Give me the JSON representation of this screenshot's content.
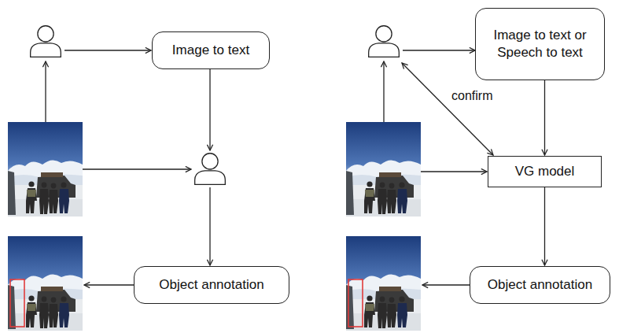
{
  "diagram": {
    "nodes": [
      {
        "text": [
          "Image to text"
        ]
      },
      {
        "text": [
          "Object annotation"
        ]
      },
      {
        "text": [
          "Image to text or Speech to text"
        ]
      },
      {
        "text": [
          "VG model"
        ]
      },
      {
        "text": [
          "Object annotation"
        ]
      }
    ],
    "edges": [
      {
        "from": 2,
        "to": 3,
        "arrow": "to"
      },
      {
        "from": 3,
        "to": 4,
        "arrow": "to"
      }
    ],
    "labels": [
      "confirm"
    ]
  }
}
